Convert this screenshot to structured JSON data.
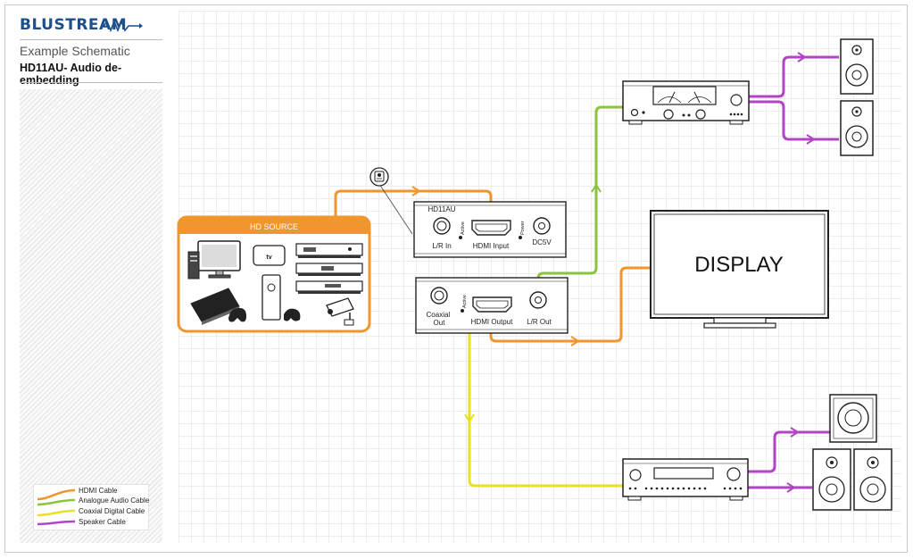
{
  "brand": {
    "name": "BLUSTREAM"
  },
  "header": {
    "subtitle": "Example Schematic",
    "model_title": "HD11AU- Audio de-embedding"
  },
  "source": {
    "title": "HD SOURCE"
  },
  "tx": {
    "model": "HD11AU",
    "port_lr_in": "L/R In",
    "active_label": "Active",
    "port_hdmi_in": "HDMI Input",
    "power_label": "Power",
    "port_dc": "DC5V"
  },
  "rx": {
    "port_coax": "Coaxial Out",
    "active_label": "Active",
    "port_hdmi_out": "HDMI Output",
    "port_lr_out": "L/R Out"
  },
  "display": {
    "label": "DISPLAY"
  },
  "colors": {
    "hdmi": "#f0962c",
    "analogue": "#8cc33f",
    "coaxial": "#e9e11f",
    "speaker": "#b245c4",
    "brand": "#1c4f8c"
  },
  "legend": [
    {
      "label": "HDMI Cable",
      "color": "#f0962c"
    },
    {
      "label": "Analogue Audio Cable",
      "color": "#8cc33f"
    },
    {
      "label": "Coaxial Digital Cable",
      "color": "#e9e11f"
    },
    {
      "label": "Speaker Cable",
      "color": "#b245c4"
    }
  ],
  "icons": [
    "apple-tv-icon",
    "computer-icon",
    "set-top-box-icon",
    "game-console-icon",
    "cctv-camera-icon",
    "ir-sensor-icon",
    "amplifier-icon",
    "av-receiver-icon",
    "speaker-icon",
    "subwoofer-icon"
  ]
}
